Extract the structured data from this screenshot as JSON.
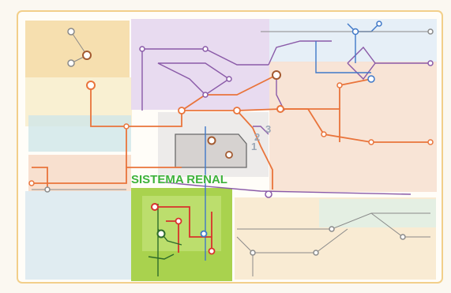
{
  "title": "SISTEMA RENAL",
  "region_labels": {
    "r1": "1",
    "r2": "2",
    "r3": "3"
  },
  "colors": {
    "title": "#3db23a",
    "green_region": "#a9d24e",
    "lilac_region": "#e6d7ee",
    "peach_region": "#f7d9c8",
    "orange_line": "#e9743b",
    "purple_line": "#8a5aa8",
    "blue_line": "#3f78c8",
    "red_line": "#d8322c",
    "frame": "#f2cf8a"
  }
}
